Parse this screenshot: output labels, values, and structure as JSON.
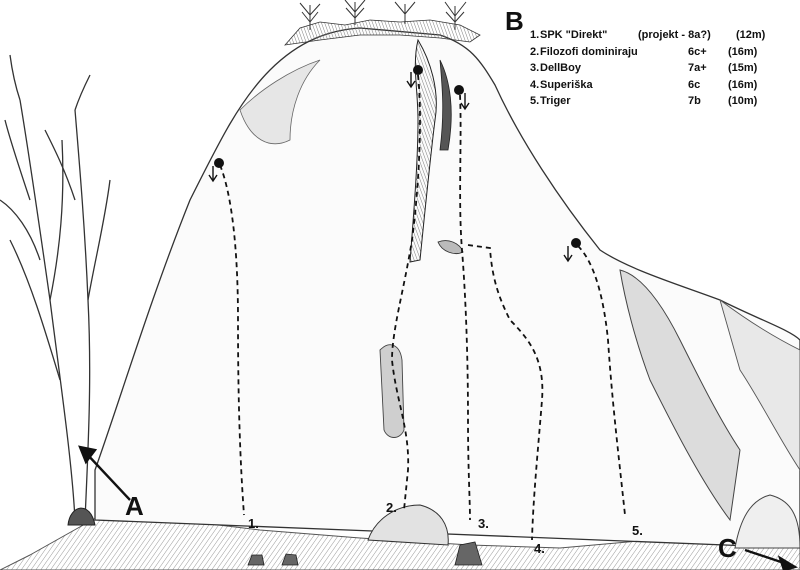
{
  "sector_label": "B",
  "approach_labels": {
    "left": "A",
    "right": "C"
  },
  "routes": [
    {
      "number": "1.",
      "name": "SPK \"Direkt\"",
      "grade": "(projekt - 8a?)",
      "length": "(12m)"
    },
    {
      "number": "2.",
      "name": "Filozofi dominiraju",
      "grade": "6c+",
      "length": "(16m)"
    },
    {
      "number": "3.",
      "name": "DellBoy",
      "grade": "7a+",
      "length": "(15m)"
    },
    {
      "number": "4.",
      "name": "Superiška",
      "grade": "6c",
      "length": "(16m)"
    },
    {
      "number": "5.",
      "name": "Triger",
      "grade": "7b",
      "length": "(10m)"
    }
  ],
  "colors": {
    "ink": "#111111",
    "shade": "#8a8a8a",
    "background": "#ffffff"
  }
}
